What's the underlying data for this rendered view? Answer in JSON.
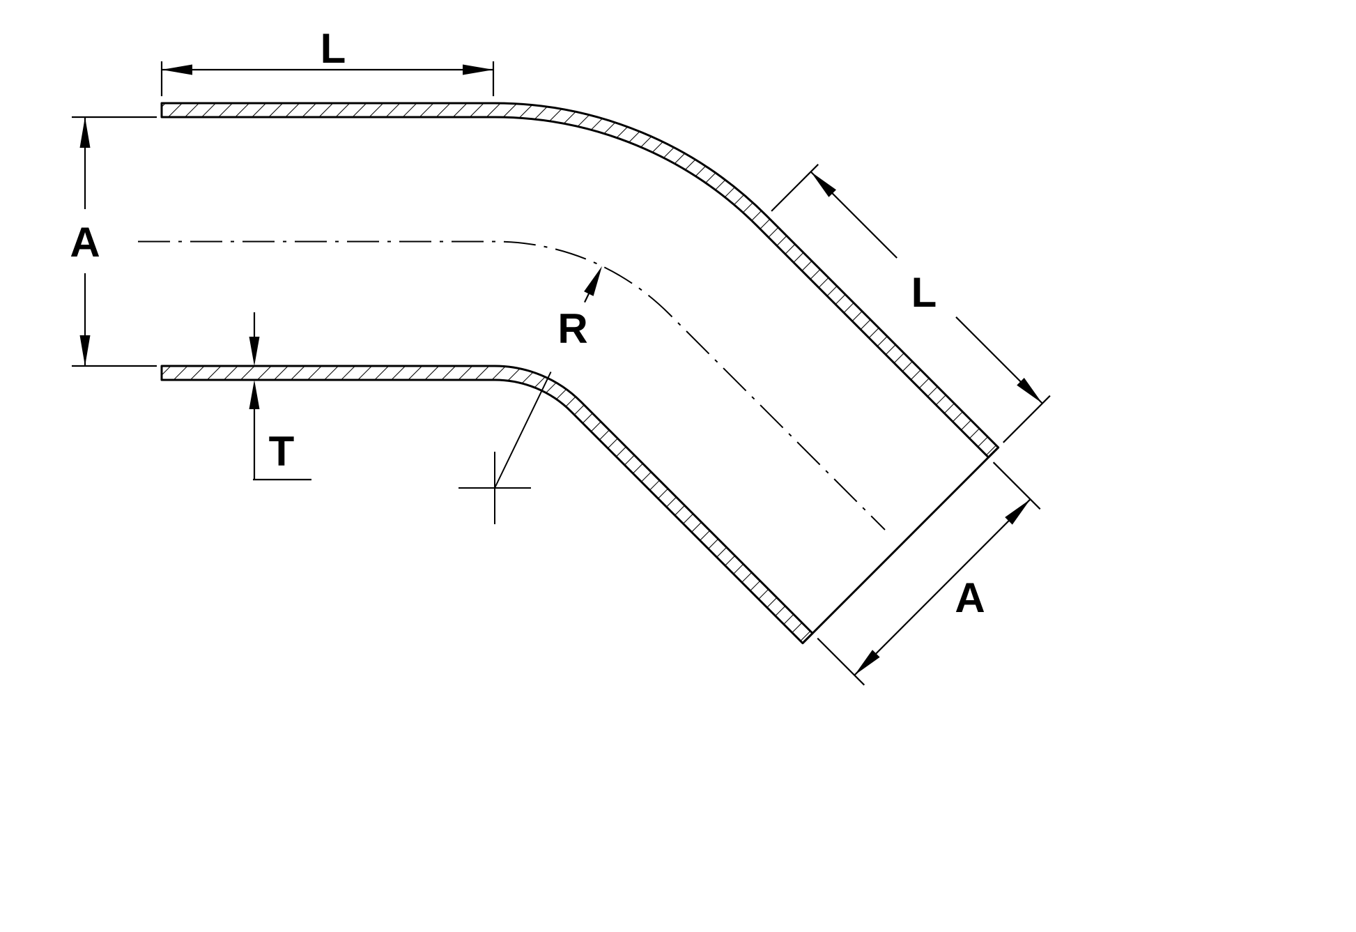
{
  "diagram": {
    "labels": {
      "top_length": "L",
      "left_diameter": "A",
      "wall_thickness": "T",
      "bend_radius": "R",
      "leg_length": "L",
      "leg_diameter": "A"
    },
    "colors": {
      "line": "#000000",
      "background": "#ffffff"
    }
  }
}
